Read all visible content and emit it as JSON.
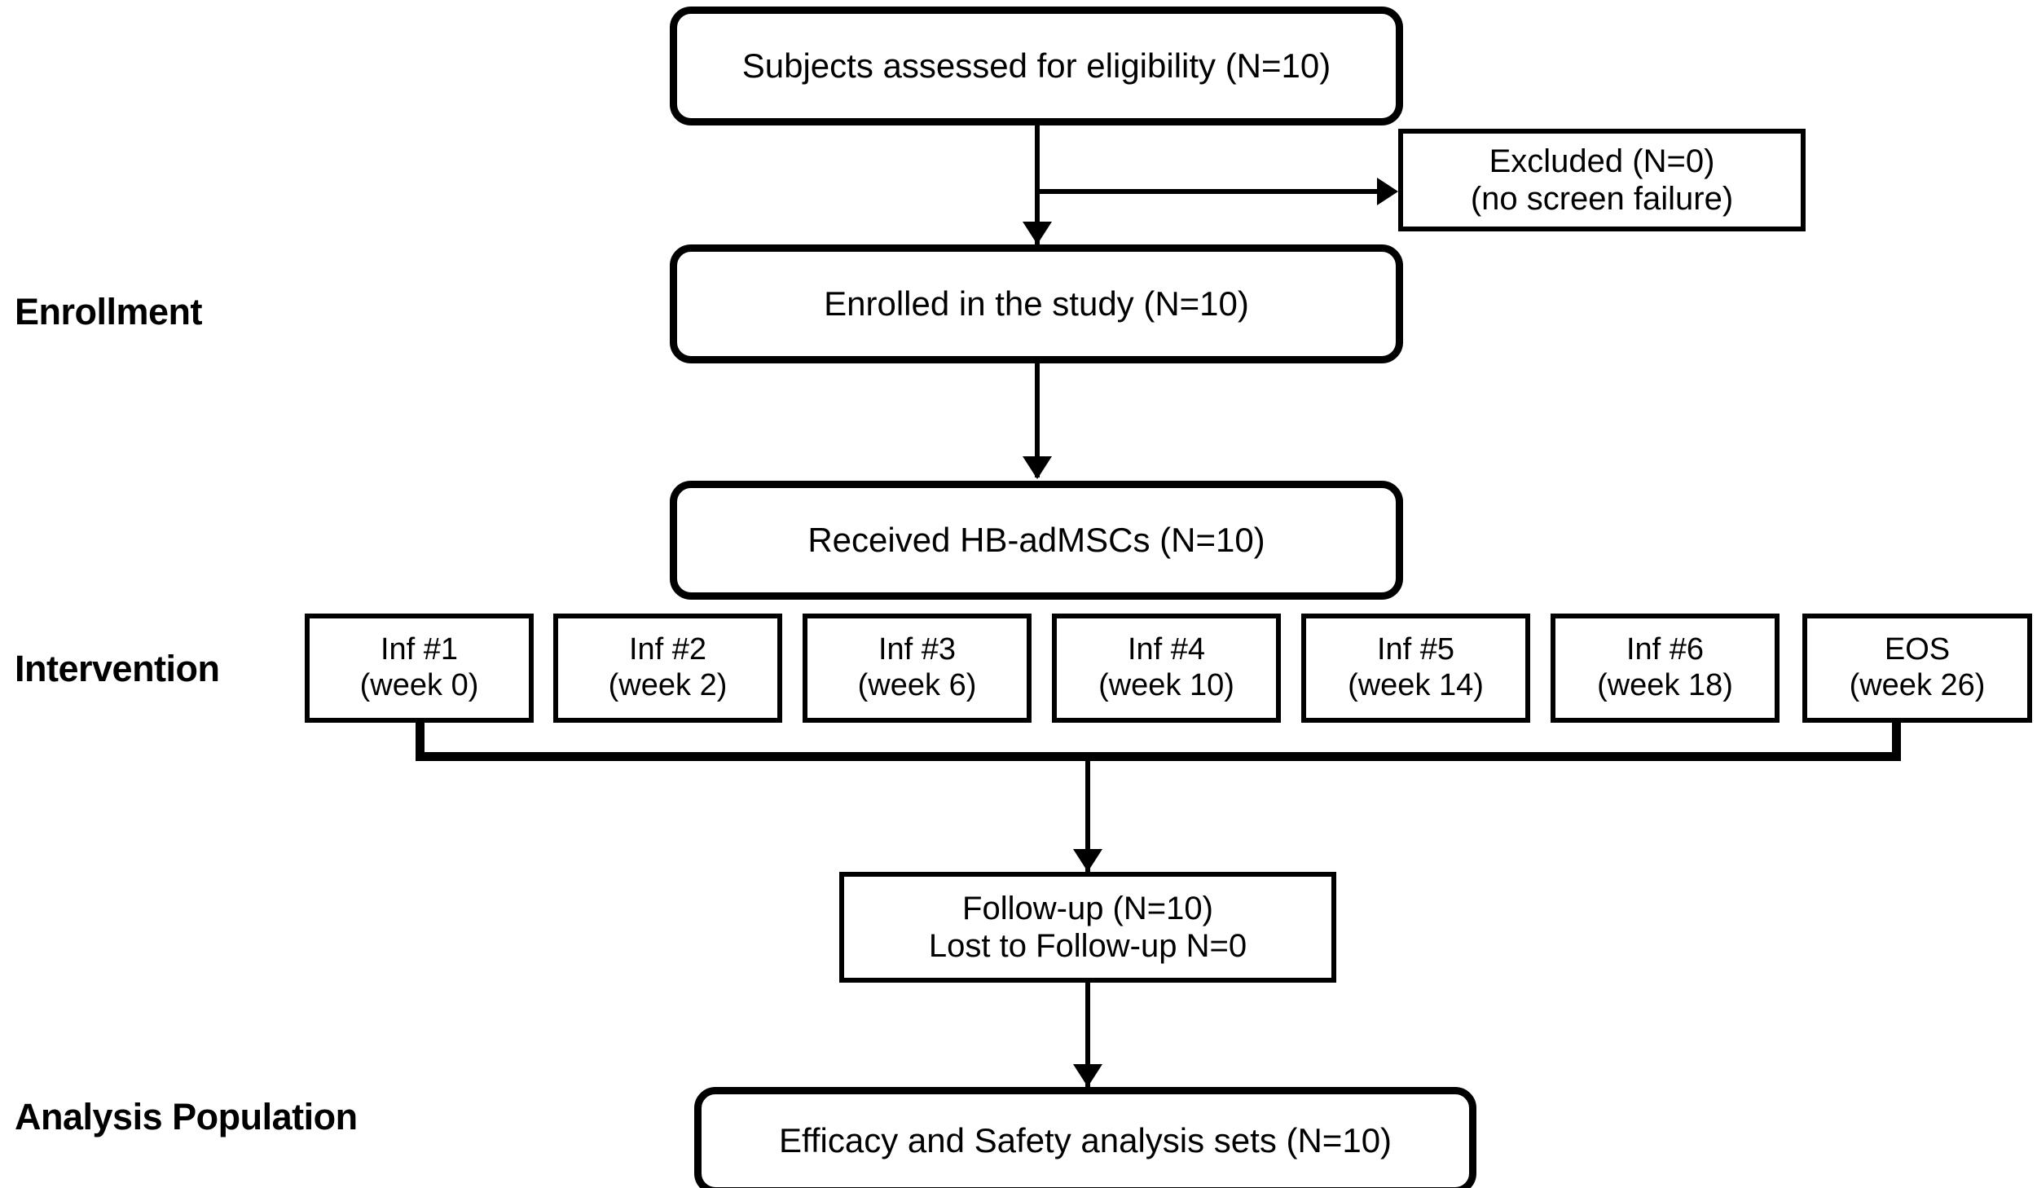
{
  "diagram": {
    "title": "Clinical trial participant flow diagram (CONSORT-style)",
    "type": "flowchart",
    "stroke_color": "#000000",
    "background_color": "#ffffff",
    "stage_labels": [
      {
        "id": "enrollment",
        "text": "Enrollment"
      },
      {
        "id": "intervention",
        "text": "Intervention"
      },
      {
        "id": "analysis",
        "text": "Analysis Population"
      }
    ],
    "nodes": {
      "assessed": {
        "text": "Subjects assessed for eligibility  (N=10)"
      },
      "excluded": {
        "line1": "Excluded (N=0)",
        "line2": "(no screen failure)"
      },
      "enrolled": {
        "text": "Enrolled in the study (N=10)"
      },
      "received": {
        "text": "Received HB-adMSCs (N=10)"
      },
      "followup": {
        "line1": "Follow-up  (N=10)",
        "line2": "Lost to Follow-up N=0"
      },
      "analysis_sets": {
        "text": "Efficacy and Safety analysis sets (N=10)"
      }
    },
    "intervention_boxes": [
      {
        "line1": "Inf #1",
        "line2": "(week 0)"
      },
      {
        "line1": "Inf #2",
        "line2": "(week 2)"
      },
      {
        "line1": "Inf #3",
        "line2": "(week 6)"
      },
      {
        "line1": "Inf #4",
        "line2": "(week 10)"
      },
      {
        "line1": "Inf #5",
        "line2": "(week 14)"
      },
      {
        "line1": "Inf #6",
        "line2": "(week 18)"
      },
      {
        "line1": "EOS",
        "line2": "(week 26)"
      }
    ]
  }
}
